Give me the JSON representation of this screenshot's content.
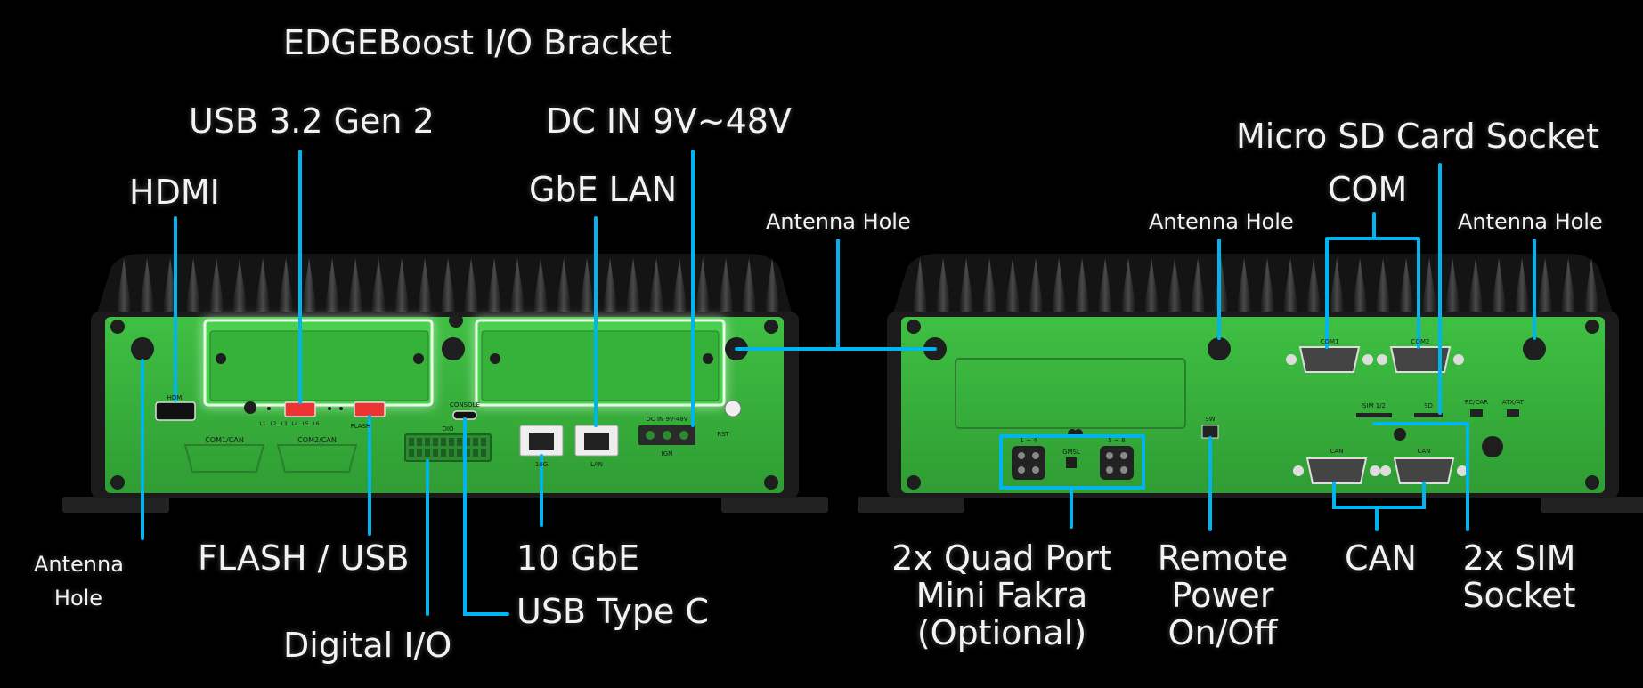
{
  "diagram": {
    "labels": {
      "edgeboost": "EDGEBoost I/O Bracket",
      "usb32": "USB 3.2 Gen 2",
      "dcin": "DC IN 9V~48V",
      "microsd": "Micro SD Card Socket",
      "hdmi": "HDMI",
      "gbe": "GbE LAN",
      "com": "COM",
      "antenna_mid": "Antenna Hole",
      "antenna_r1": "Antenna Hole",
      "antenna_r2": "Antenna Hole",
      "antenna_left": "Antenna Hole",
      "flash_usb": "FLASH / USB",
      "tengbe": "10 GbE",
      "usbc": "USB Type C",
      "digital_io": "Digital I/O",
      "fakra": "2x Quad Port Mini Fakra (Optional)",
      "remote_power": "Remote Power On/Off",
      "can": "CAN",
      "sim": "2x SIM Socket"
    },
    "panel_marks": {
      "hdmi": "HDMI",
      "com1can": "COM1/CAN",
      "com2can": "COM2/CAN",
      "flash": "FLASH",
      "console": "CONSOLE",
      "dio": "DIO",
      "tengbe": "10G",
      "lan": "LAN",
      "dcin": "DC IN 9V-48V",
      "ign": "IGN",
      "rst": "RST",
      "leds": [
        "L1",
        "L2",
        "L3",
        "L4",
        "L5",
        "L6"
      ],
      "com1": "COM1",
      "com2": "COM2",
      "sim12": "SIM 1/2",
      "sd": "SD",
      "pccar": "PC/CAR",
      "atxat": "ATX/AT",
      "can1": "CAN",
      "can2": "CAN",
      "sw": "SW",
      "fakra14": "1 ~ 4",
      "fakra58": "5 ~ 8",
      "gmsl": "GMSL"
    },
    "colors": {
      "panel_green": "#38b53c",
      "callout_blue": "#00b4f0",
      "heatsink_dark": "#1c1c1c",
      "background": "#000000"
    }
  }
}
